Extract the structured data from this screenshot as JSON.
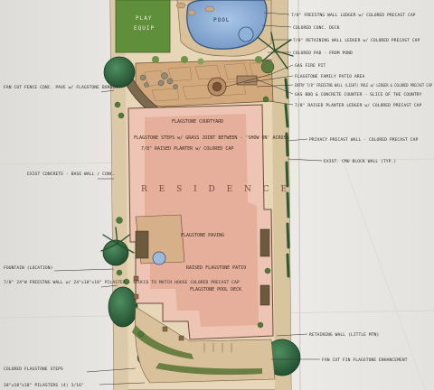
{
  "plan": {
    "residence_label": "R E S I D E N C E",
    "play_label_1": "PLAY",
    "play_label_2": "EQUIP",
    "pool_label": "POOL"
  },
  "notes_right": [
    "7/8\" FREESTNG WALL LEDGER w/ COLORED PRECAST CAP",
    "COLORED CONC. DECK",
    "7/8\" RETAINING WALL LEDGER w/ COLORED PRECAST CAP",
    "COLORED PAD - FROM POND",
    "GAS FIRE PIT",
    "FLAGSTONE FAMILY PATIO AREA",
    "ENTRY 7/8\" FREESTNG WALL (LIGHT) POLE w/ LEDGER & COLORED PRECAST CAP",
    "GAS BBQ & CONCRETE COUNTER - SLICE OF THE COUNTRY",
    "7/8\" RAISED PLANTER LEDGER w/ COLORED PRECAST CAP",
    "PRIVACY PRECAST WALL - COLORED PRECAST CAP",
    "EXIST. CMU BLOCK WALL (TYP.)",
    "RETAINING WALL (LITTLE MTN)",
    "FAN CUT FIN FLAGSTONE ENHANCEMENT"
  ],
  "notes_left": [
    "FAN CUT FENCE CONC. PAVE w/ FLAGSTONE BORDER",
    "EXIST CONCRETE - BASE WALL / CONC.",
    "FOUNTAIN (LOCATION)",
    "7/8\" 24\"W FREESTNG WALL w/ 24\"x18\"x18\" PILASTER - STUCCO TO MATCH HOUSE COLORED PRECAST CAP",
    "COLORED FLAGSTONE STEPS",
    "18\"x18\"x18\" PILASTERS (4) 3/16\""
  ],
  "notes_center": [
    "FLAGSTONE COURTYARD",
    "FLAGSTONE STEPS w/ GRASS JOINT BETWEEN - 'SHOW ON' ACROSS",
    "7/8\" RAISED PLANTER w/ COLORED CAP",
    "FLAGSTONE PAVING",
    "RAISED FLAGSTONE PATIO",
    "FLAGSTONE POOL DECK"
  ]
}
